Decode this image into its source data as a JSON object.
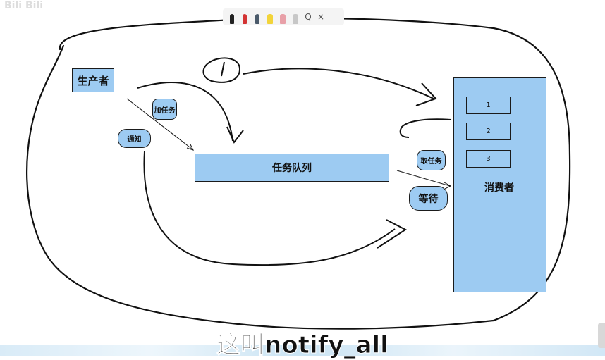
{
  "watermark": "Bili Bili",
  "toolbar": {
    "tools": [
      "black-pen",
      "red-pen",
      "gray-pen",
      "yellow-highlighter",
      "pink-highlighter",
      "eraser",
      "search",
      "close"
    ],
    "close_label": "×",
    "search_label": "Q",
    "colors": {
      "black": "#222222",
      "red": "#d33333",
      "gray": "#4a5a6a",
      "yellow": "#f2d43a",
      "pink": "#e8a0a8"
    }
  },
  "diagram": {
    "producer": "生产者",
    "task_queue": "任务队列",
    "consumer": "消费者",
    "add_task": "加任务",
    "notify": "通知",
    "take_task": "取任务",
    "wait": "等待",
    "slots": [
      "1",
      "2",
      "3"
    ],
    "handwritten": {
      "one": "1",
      "zero": "0"
    },
    "fill_color": "#9dcbf2"
  },
  "subtitle": "这叫notify_all"
}
